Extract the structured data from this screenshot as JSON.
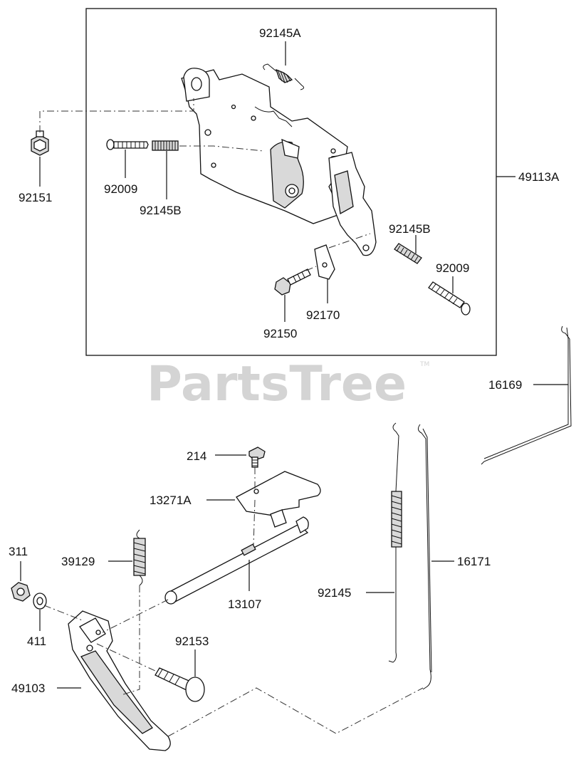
{
  "watermark": {
    "text": "PartsTree",
    "trademark": "TM"
  },
  "labels": {
    "p92145A": "92145A",
    "p92151": "92151",
    "p92009_left": "92009",
    "p92145B_left": "92145B",
    "p49113A": "49113A",
    "p92145B_right": "92145B",
    "p92009_right": "92009",
    "p92170": "92170",
    "p92150": "92150",
    "p16169": "16169",
    "p214": "214",
    "p13271A": "13271A",
    "p311": "311",
    "p39129": "39129",
    "p16171": "16171",
    "p13107": "13107",
    "p92145": "92145",
    "p411": "411",
    "p92153": "92153",
    "p49103": "49103"
  }
}
